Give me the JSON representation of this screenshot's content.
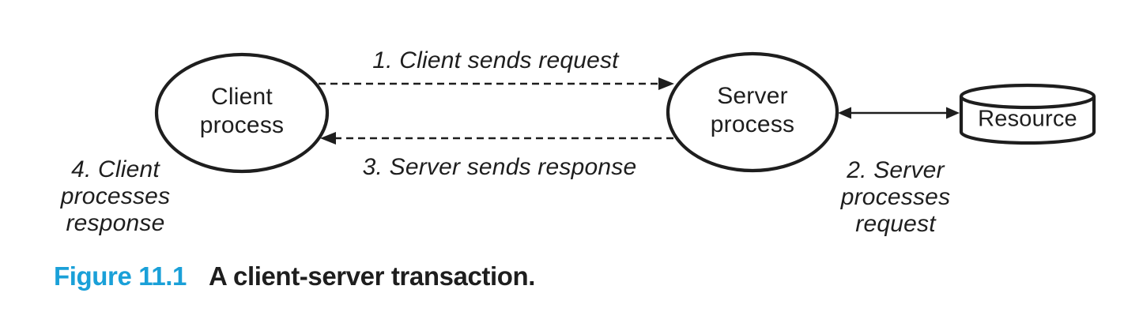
{
  "figure": {
    "caption_label": "Figure 11.1",
    "caption_title": "A client-server transaction."
  },
  "diagram": {
    "client_node": "Client\nprocess",
    "server_node": "Server\nprocess",
    "resource_node": "Resource",
    "step1": "1. Client sends request",
    "step2": "2. Server\nprocesses\nrequest",
    "step3": "3. Server sends response",
    "step4": "4. Client\nprocesses\nresponse"
  },
  "icons": {
    "client_shape": "ellipse-node",
    "server_shape": "ellipse-node",
    "resource_shape": "database-cylinder",
    "request_arrow": "dashed-arrow-right",
    "response_arrow": "dashed-arrow-left",
    "resource_arrow": "double-headed-arrow"
  },
  "colors": {
    "ink": "#1e1e1e",
    "accent": "#1aa0d8"
  }
}
